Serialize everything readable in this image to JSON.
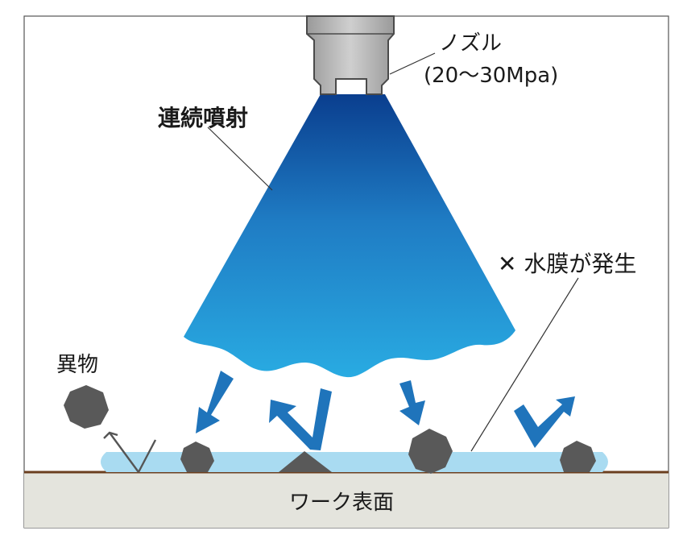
{
  "labels": {
    "nozzle_name": "ノズル",
    "nozzle_pressure": "(20〜30Mpa)",
    "spray_type": "連続噴射",
    "water_film": "✕ 水膜が発生",
    "foreign_matter": "異物",
    "work_surface": "ワーク表面"
  },
  "colors": {
    "spray_top": "#0a3e8e",
    "spray_mid": "#1f7cc4",
    "spray_bottom": "#29abe2",
    "arrow": "#1f74bb",
    "water_film": "#a9dbf1",
    "particle": "#595959",
    "nozzle_fill": "#b8b8b8",
    "nozzle_outline": "#4a4a4a",
    "surface_fill": "#e4e4dd",
    "surface_line": "#6b3f1f"
  }
}
